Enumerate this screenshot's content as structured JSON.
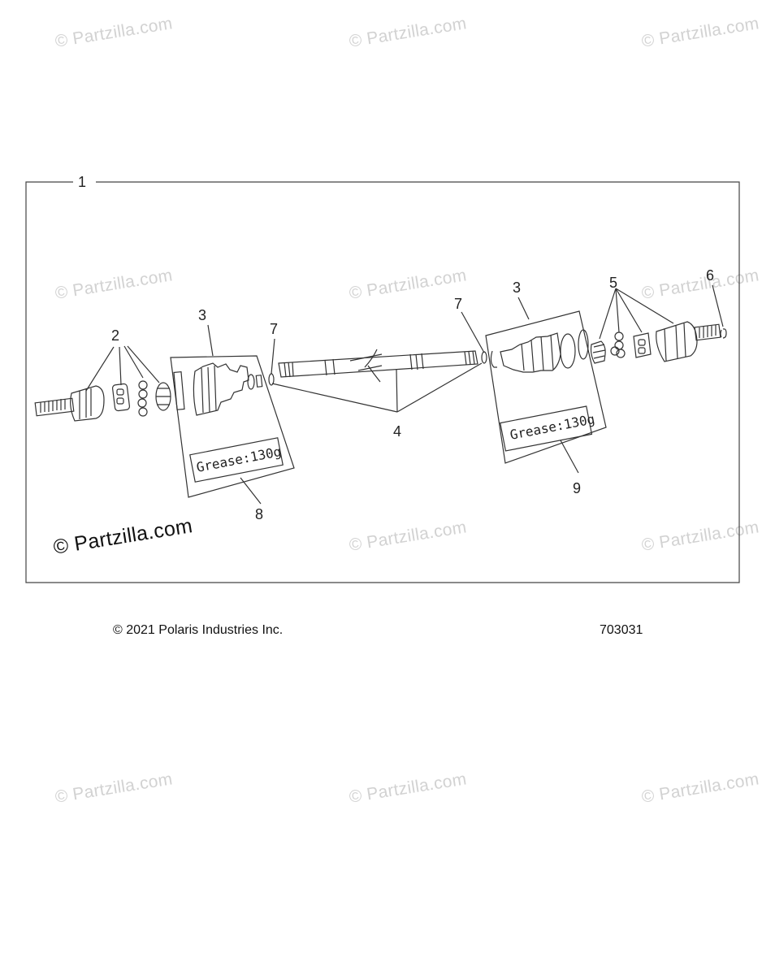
{
  "diagram": {
    "callouts": {
      "c1": "1",
      "c2": "2",
      "c3a": "3",
      "c3b": "3",
      "c4": "4",
      "c5": "5",
      "c6": "6",
      "c7a": "7",
      "c7b": "7",
      "c8": "8",
      "c9": "9"
    },
    "grease_left": "Grease:130g",
    "grease_right": "Grease:130g"
  },
  "watermarks": {
    "text": "© Partzilla.com",
    "highlight_text": "© Partzilla.com"
  },
  "footer": {
    "copyright": "© 2021 Polaris Industries Inc.",
    "drawing_number": "703031"
  }
}
